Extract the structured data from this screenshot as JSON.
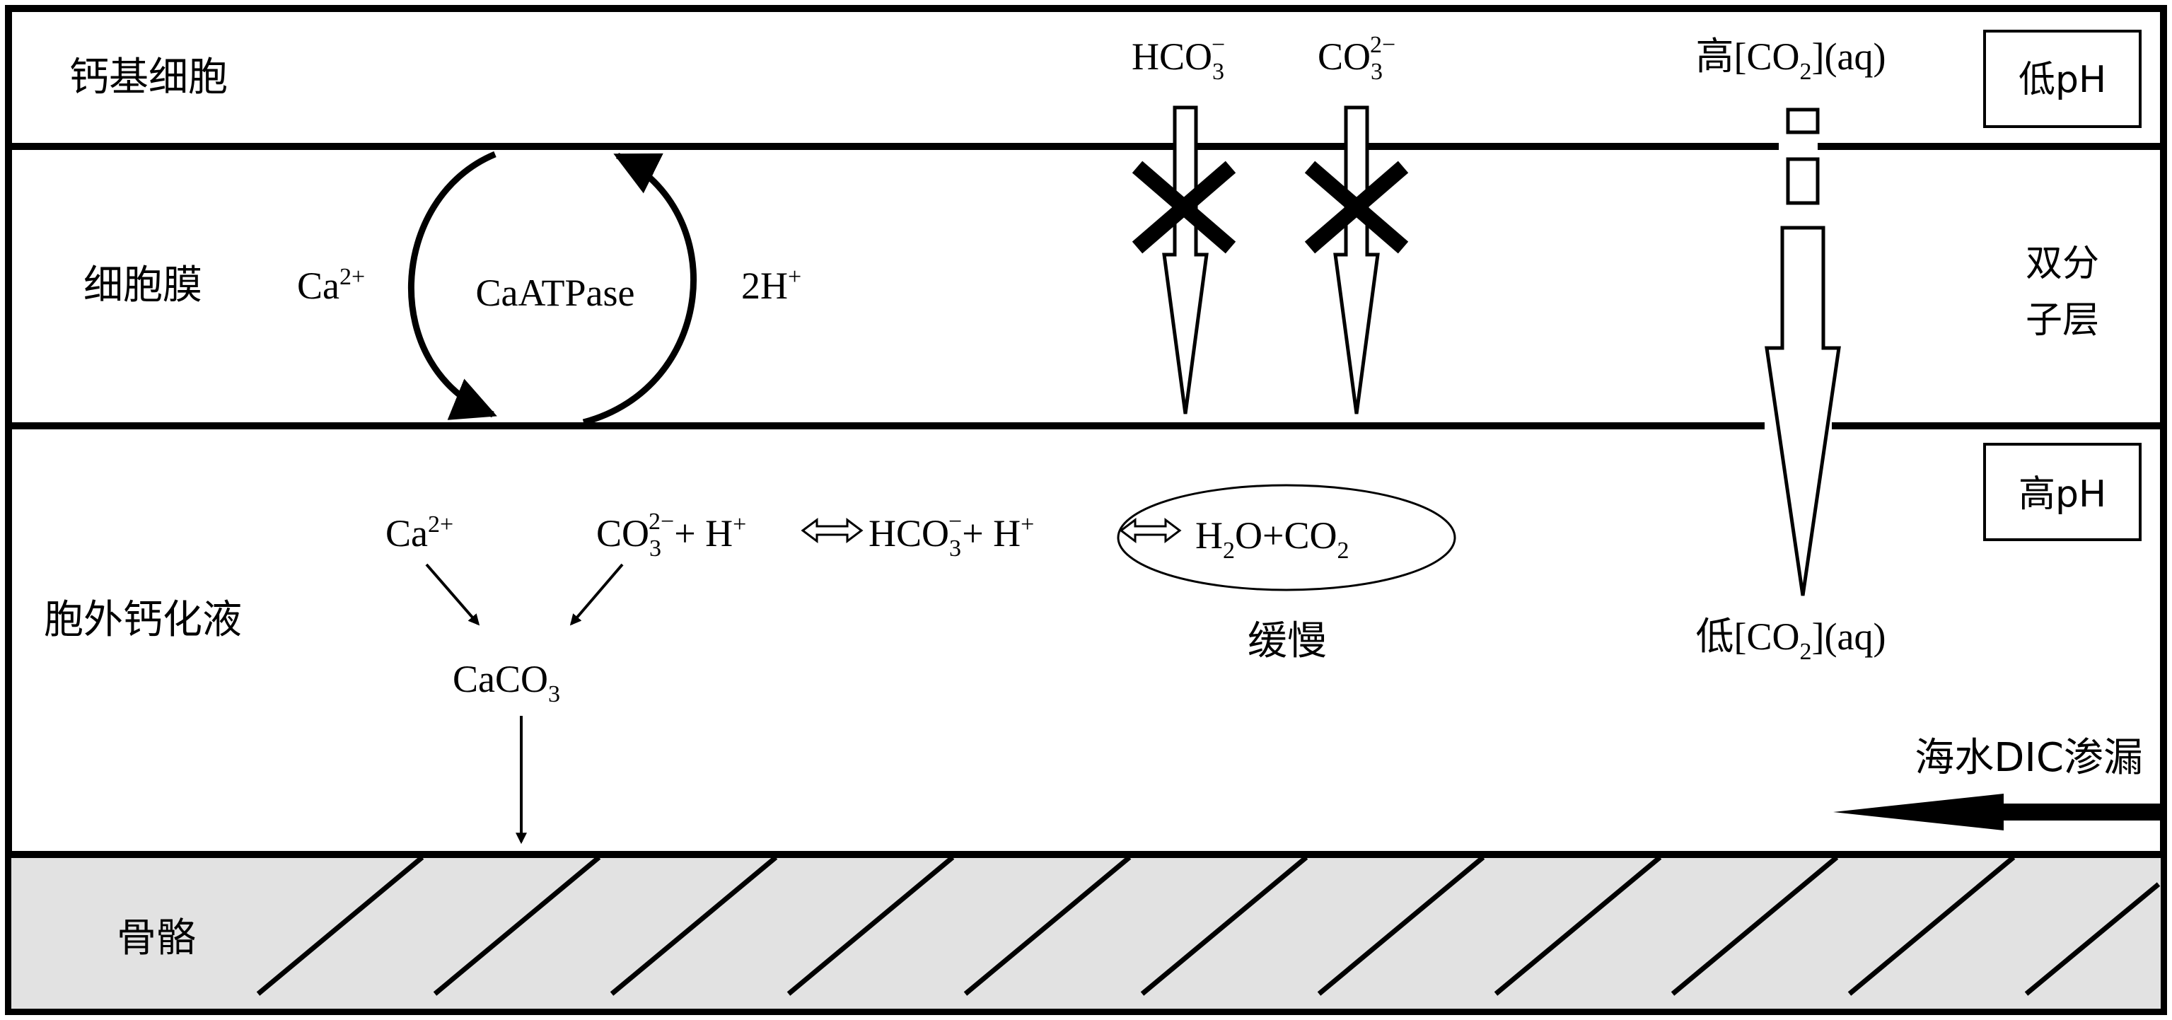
{
  "layers": {
    "calcifying_cell": "钙基细胞",
    "cell_membrane": "细胞膜",
    "extracellular_fluid": "胞外钙化液",
    "skeleton": "骨骼"
  },
  "side_labels": {
    "low_ph": "低pH",
    "bilayer_line1": "双分",
    "bilayer_line2": "子层",
    "high_ph": "高pH"
  },
  "membrane": {
    "ca_ion": "Ca",
    "ca_charge": "2+",
    "pump": "CaATPase",
    "proton": "2H",
    "proton_charge": "+"
  },
  "transport": {
    "bicarbonate": {
      "base": "HCO",
      "sub": "3",
      "sup": "−"
    },
    "carbonate": {
      "base": "CO",
      "sub": "3",
      "sup": "2−"
    },
    "high_co2": {
      "prefix": "高[CO",
      "sub": "2",
      "suffix": "](aq)"
    },
    "low_co2": {
      "prefix": "低[CO",
      "sub": "2",
      "suffix": "](aq)"
    }
  },
  "reaction": {
    "ca": "Ca",
    "ca_charge": "2+",
    "co3": "CO",
    "co3_sub": "3",
    "co3_charge": "2−",
    "plus_h": "+ H",
    "h_charge": "+",
    "hco3": "HCO",
    "hco3_sub": "3",
    "hco3_charge": "−",
    "plus_h2": "+ H",
    "h2_charge": "+",
    "h2o": "H",
    "h2o_sub": "2",
    "h2o_rest": "O+CO",
    "co2_sub": "2",
    "caco3": "CaCO",
    "caco3_sub": "3",
    "slow": "缓慢"
  },
  "leak_label": "海水DIC渗漏"
}
